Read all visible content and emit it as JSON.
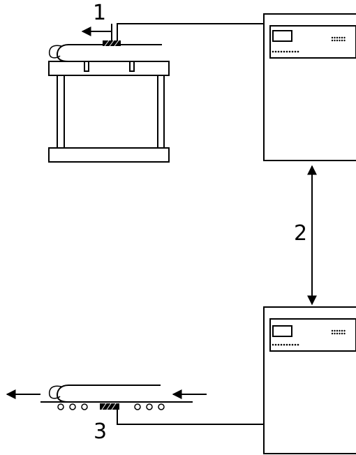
{
  "diagram": {
    "callouts": {
      "top": "1",
      "middle": "2",
      "bottom": "3"
    },
    "nodes": [
      {
        "id": "sensor-top",
        "kind": "sensor"
      },
      {
        "id": "press-frame",
        "kind": "frame"
      },
      {
        "id": "controller-top",
        "kind": "control-unit"
      },
      {
        "id": "controller-bottom",
        "kind": "control-unit"
      },
      {
        "id": "sensor-bottom",
        "kind": "sensor"
      },
      {
        "id": "roller-conveyor",
        "kind": "conveyor"
      }
    ],
    "connections": [
      {
        "from": "sensor-top",
        "to": "controller-top",
        "label_ref": "top"
      },
      {
        "from": "controller-top",
        "to": "controller-bottom",
        "label_ref": "middle",
        "bidirectional": true
      },
      {
        "from": "sensor-bottom",
        "to": "controller-bottom",
        "label_ref": "bottom"
      }
    ],
    "icons": [
      "arrow-left-icon",
      "arrow-right-icon",
      "double-arrow-icon"
    ]
  }
}
